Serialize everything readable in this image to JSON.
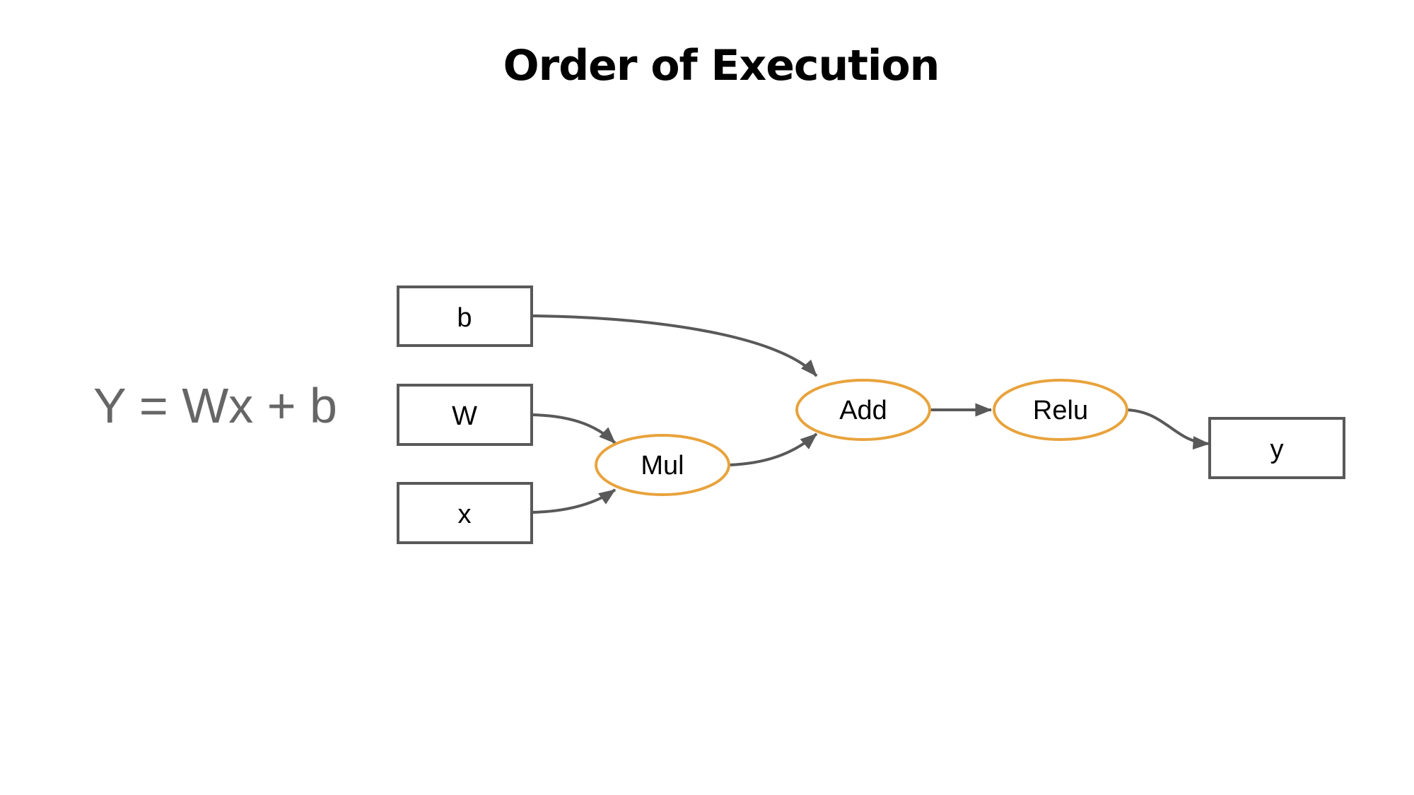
{
  "title": "Order of Execution",
  "formula": "Y = Wx + b",
  "colors": {
    "box_stroke": "#595959",
    "op_stroke": "#E8A33C",
    "edge": "#595959",
    "formula": "#666666"
  },
  "nodes": {
    "b": "b",
    "W": "W",
    "x": "x",
    "mul": "Mul",
    "add": "Add",
    "relu": "Relu",
    "y": "y"
  }
}
